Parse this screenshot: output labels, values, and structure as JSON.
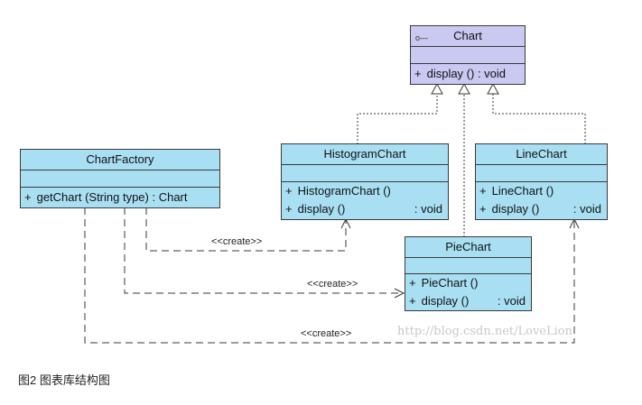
{
  "classes": {
    "chart": {
      "name": "Chart",
      "icon": "interface-icon",
      "methods": [
        {
          "vis": "+",
          "sig": "display () : void",
          "ret": ""
        }
      ]
    },
    "factory": {
      "name": "ChartFactory",
      "methods": [
        {
          "vis": "+",
          "sig": "getChart (String type)  : Chart",
          "ret": ""
        }
      ]
    },
    "histogram": {
      "name": "HistogramChart",
      "methods": [
        {
          "vis": "+",
          "sig": "HistogramChart ()",
          "ret": ""
        },
        {
          "vis": "+",
          "sig": "display ()",
          "ret": ": void"
        }
      ]
    },
    "line": {
      "name": "LineChart",
      "methods": [
        {
          "vis": "+",
          "sig": "LineChart ()",
          "ret": ""
        },
        {
          "vis": "+",
          "sig": "display ()",
          "ret": ": void"
        }
      ]
    },
    "pie": {
      "name": "PieChart",
      "methods": [
        {
          "vis": "+",
          "sig": "PieChart ()",
          "ret": ""
        },
        {
          "vis": "+",
          "sig": "display ()",
          "ret": ": void"
        }
      ]
    }
  },
  "relations": {
    "create1": "<<create>>",
    "create2": "<<create>>",
    "create3": "<<create>>"
  },
  "watermark": "http://blog.csdn.net/LoveLion",
  "caption": "图2 图表库结构图",
  "colors": {
    "class_fill": "#a9dff3",
    "interface_fill": "#c9c9f2",
    "line": "#3a3a3a"
  }
}
